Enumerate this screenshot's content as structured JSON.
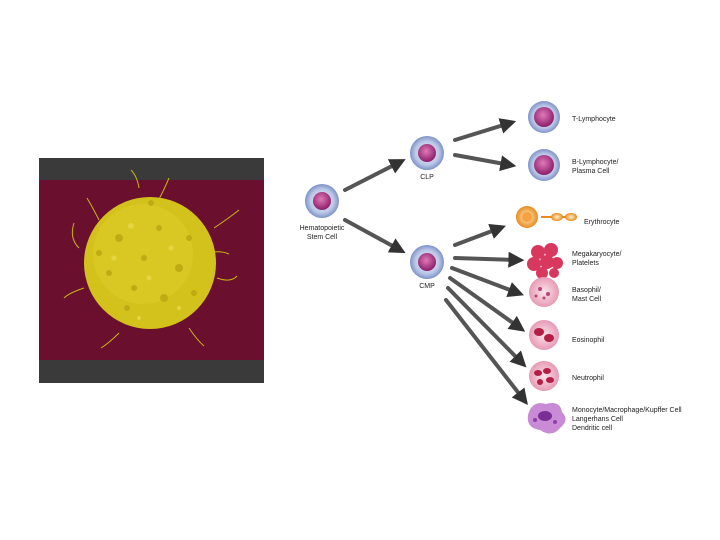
{
  "slide": {
    "photo_alt": "yellow-stem-cell-micrograph",
    "colors": {
      "photo_bg": "#6b0f2e",
      "photo_band": "#3a3a3a",
      "cell_yellow": "#d4c21c"
    }
  },
  "diagram": {
    "root": {
      "line1": "Hematopoietic",
      "line2": "Stem Cell"
    },
    "progenitors": {
      "clp": "CLP",
      "cmp": "CMP"
    },
    "lymphoid": {
      "t": "T-Lymphocyte",
      "b_line1": "B-Lymphocyte/",
      "b_line2": "Plasma Cell"
    },
    "myeloid": {
      "ery": "Erythrocyte",
      "mega_line1": "Megakaryocyte/",
      "mega_line2": "Platelets",
      "baso_line1": "Basophil/",
      "baso_line2": "Mast Cell",
      "eos": "Eosinophil",
      "neut": "Neutrophil",
      "mono_line1": "Monocyte/Macrophage/Kupffer Cell",
      "mono_line2": "Langerhans Cell",
      "mono_line3": "Dendritic cell"
    }
  }
}
